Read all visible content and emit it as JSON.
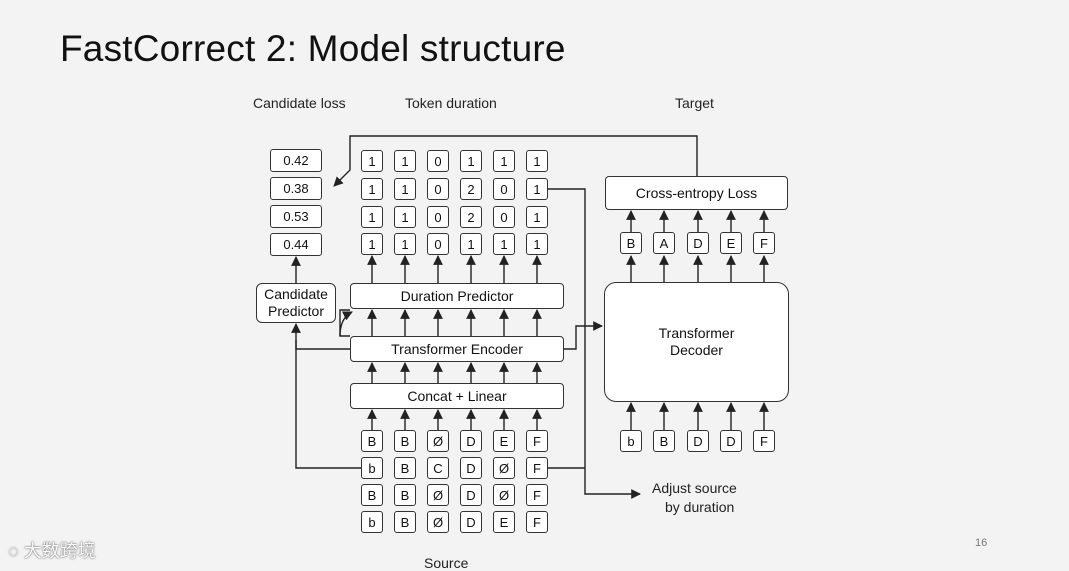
{
  "slide": {
    "title": "FastCorrect 2: Model structure",
    "page_number": "16",
    "watermark": "大数跨境"
  },
  "labels": {
    "candidate_loss": "Candidate loss",
    "token_duration": "Token duration",
    "target": "Target",
    "source": "Source",
    "adjust_line1": "Adjust source",
    "adjust_line2": "by duration"
  },
  "losses": [
    "0.42",
    "0.38",
    "0.53",
    "0.44"
  ],
  "durations": [
    [
      "1",
      "1",
      "0",
      "1",
      "1",
      "1"
    ],
    [
      "1",
      "1",
      "0",
      "2",
      "0",
      "1"
    ],
    [
      "1",
      "1",
      "0",
      "2",
      "0",
      "1"
    ],
    [
      "1",
      "1",
      "0",
      "1",
      "1",
      "1"
    ]
  ],
  "sources": [
    [
      "B",
      "B",
      "Ø",
      "D",
      "E",
      "F"
    ],
    [
      "b",
      "B",
      "C",
      "D",
      "Ø",
      "F"
    ],
    [
      "B",
      "B",
      "Ø",
      "D",
      "Ø",
      "F"
    ],
    [
      "b",
      "B",
      "Ø",
      "D",
      "E",
      "F"
    ]
  ],
  "targets": [
    "B",
    "A",
    "D",
    "E",
    "F"
  ],
  "decoder_inputs": [
    "b",
    "B",
    "D",
    "D",
    "F"
  ],
  "blocks": {
    "candidate_predictor_line1": "Candidate",
    "candidate_predictor_line2": "Predictor",
    "duration_predictor": "Duration Predictor",
    "transformer_encoder": "Transformer Encoder",
    "concat_linear": "Concat + Linear",
    "cross_entropy": "Cross-entropy Loss",
    "decoder_line1": "Transformer",
    "decoder_line2": "Decoder"
  }
}
